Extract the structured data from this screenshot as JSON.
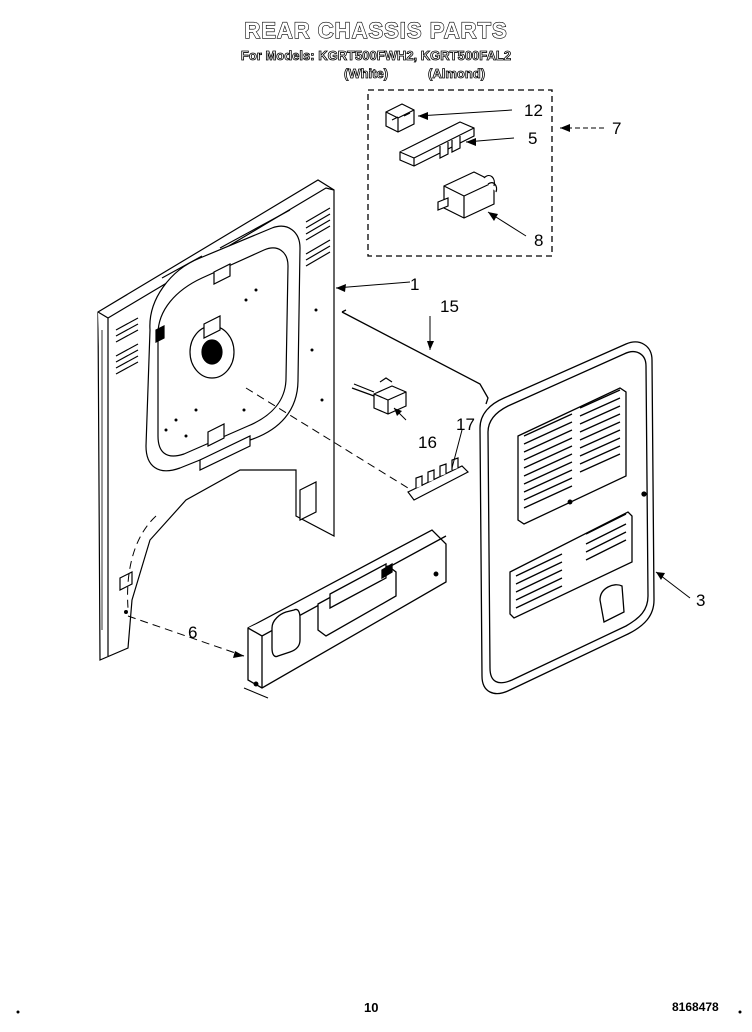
{
  "header": {
    "title": "REAR CHASSIS PARTS",
    "models_line": "For Models: KGRT500FWH2, KGRT500FAL2",
    "variant_white": "(White)",
    "variant_almond": "(Almond)"
  },
  "callouts": {
    "c1": "1",
    "c3": "3",
    "c5": "5",
    "c6": "6",
    "c7": "7",
    "c8": "8",
    "c12": "12",
    "c15": "15",
    "c16": "16",
    "c17": "17"
  },
  "footer": {
    "page_number": "10",
    "doc_number": "8168478"
  }
}
